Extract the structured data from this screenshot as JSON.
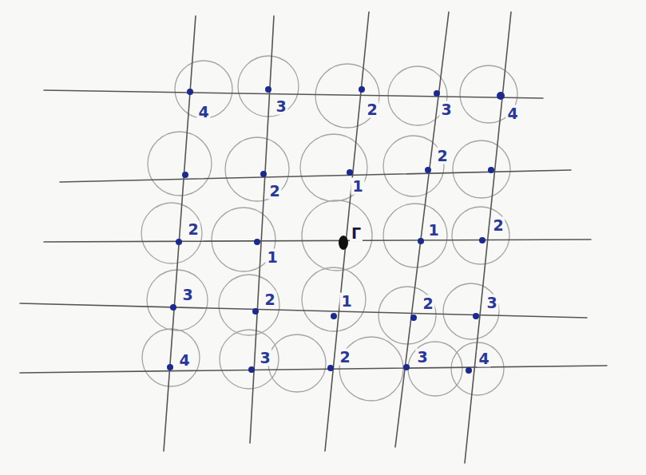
{
  "diagram": {
    "labels": [
      "4",
      "3",
      "2",
      "3",
      "4",
      "2",
      "1",
      "2",
      "2",
      "1",
      "Γ",
      "1",
      "2",
      "3",
      "2",
      "1",
      "2",
      "3",
      "4",
      "3",
      "2",
      "3",
      "4"
    ]
  }
}
